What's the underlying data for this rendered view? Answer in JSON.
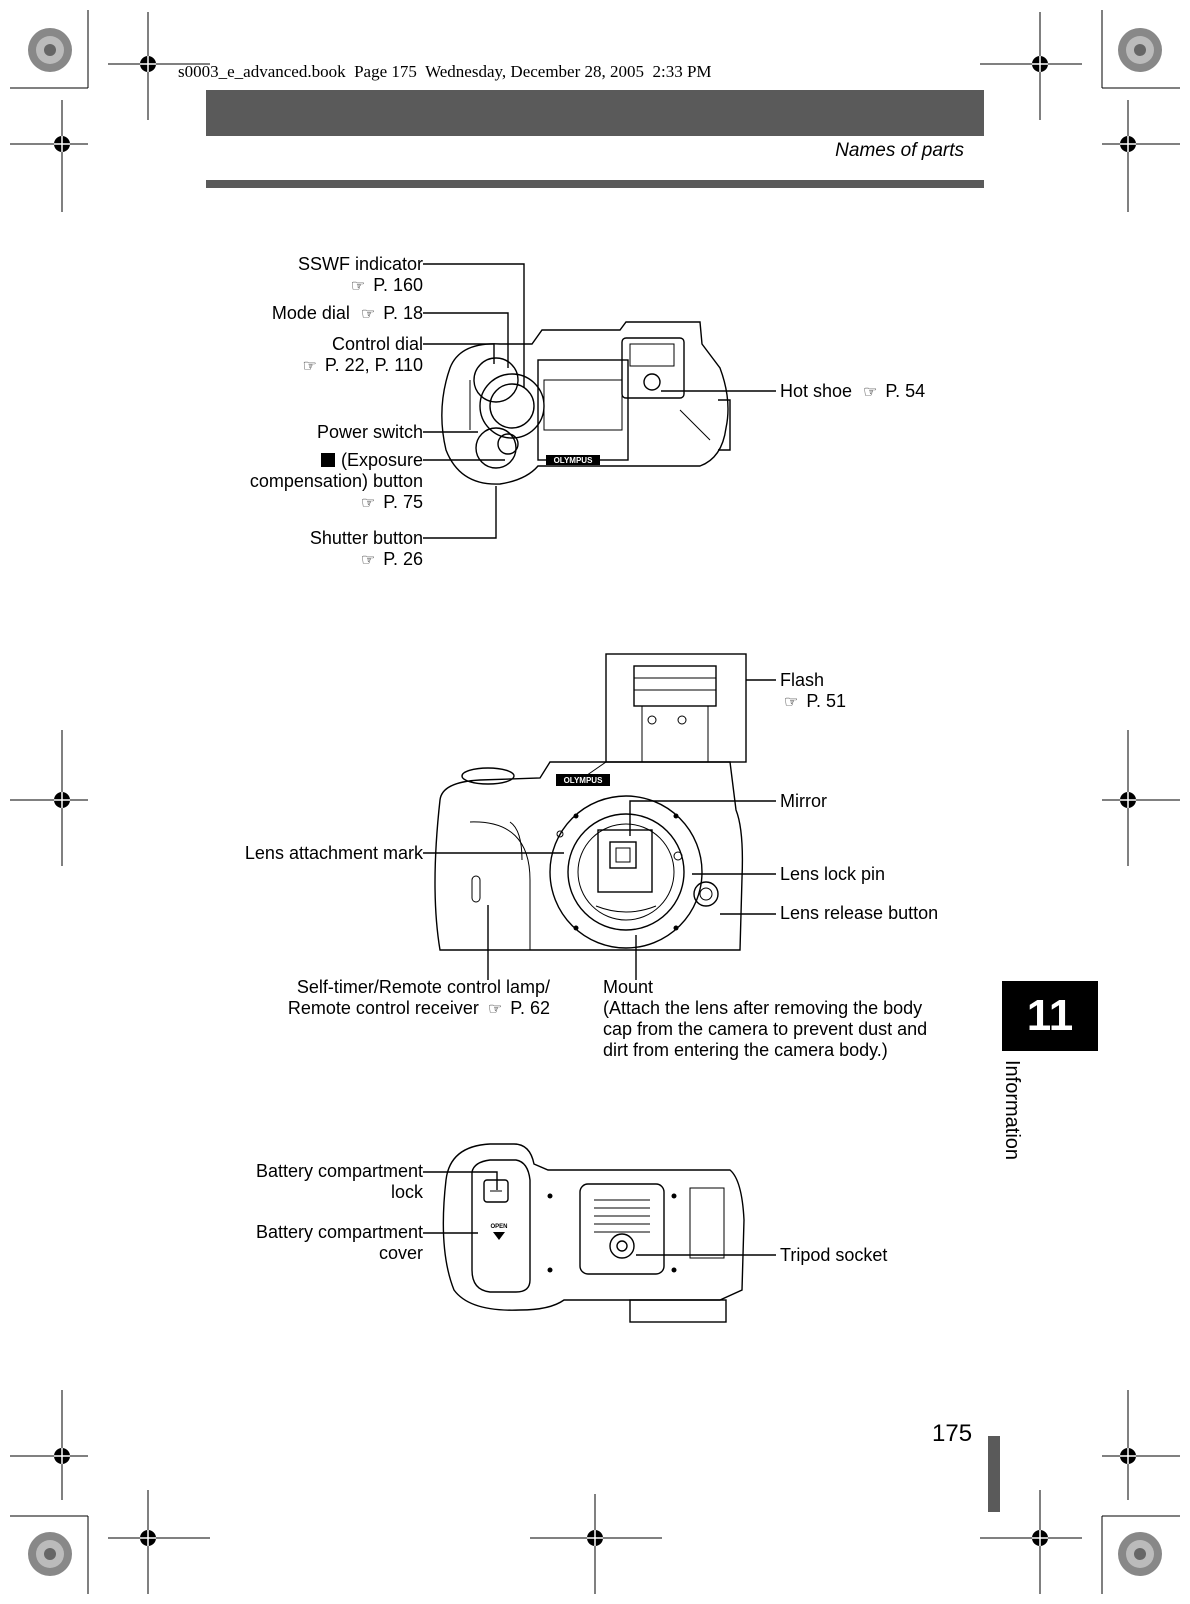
{
  "running_header": "s0003_e_advanced.book  Page 175  Wednesday, December 28, 2005  2:33 PM",
  "section_title": "Names of parts",
  "ref_icon": "pointing-hand-icon",
  "chapter_tab": {
    "number": "11",
    "label": "Information"
  },
  "page_number": "175",
  "top_view_labels": {
    "sswf": {
      "name": "SSWF indicator",
      "ref": "P. 160"
    },
    "mode_dial": {
      "name": "Mode dial",
      "ref": "P. 18"
    },
    "control_dial": {
      "name": "Control dial",
      "ref": "P. 22, P. 110"
    },
    "power_switch": {
      "name": "Power switch"
    },
    "exposure": {
      "name_line1": "(Exposure",
      "name_line2": "compensation) button",
      "ref": "P. 75"
    },
    "shutter": {
      "name": "Shutter button",
      "ref": "P. 26"
    },
    "hot_shoe": {
      "name": "Hot shoe",
      "ref": "P. 54"
    },
    "camera_brand": "OLYMPUS"
  },
  "front_view_labels": {
    "flash": {
      "name": "Flash",
      "ref": "P. 51"
    },
    "mirror": {
      "name": "Mirror"
    },
    "lens_attachment_mark": {
      "name": "Lens attachment mark"
    },
    "lens_lock_pin": {
      "name": "Lens lock pin"
    },
    "lens_release": {
      "name": "Lens release button"
    },
    "self_timer": {
      "line1": "Self-timer/Remote control lamp/",
      "line2": "Remote control receiver",
      "ref": "P. 62"
    },
    "mount": {
      "name": "Mount",
      "note_line1": "(Attach the lens after removing the body",
      "note_line2": "cap from the camera to prevent dust and",
      "note_line3": "dirt from entering the camera body.)"
    }
  },
  "bottom_view_labels": {
    "battery_lock": {
      "line1": "Battery compartment",
      "line2": "lock"
    },
    "battery_cover": {
      "line1": "Battery compartment",
      "line2": "cover"
    },
    "tripod": {
      "name": "Tripod socket"
    },
    "open_text": "OPEN"
  }
}
